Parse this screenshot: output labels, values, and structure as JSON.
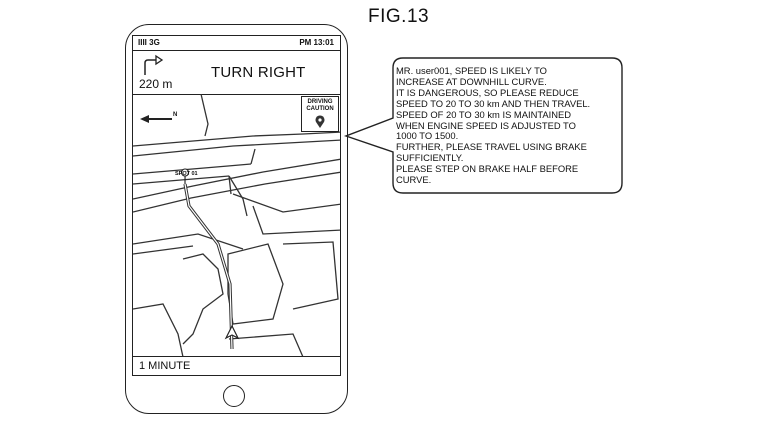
{
  "figure": {
    "title": "FIG.13"
  },
  "phone": {
    "status_bar": {
      "signal": "IIII 3G",
      "time": "PM 13:01"
    },
    "navigation": {
      "distance": "220 m",
      "instruction": "TURN RIGHT",
      "turn_icon": "turn-right-arrow-icon"
    },
    "map": {
      "compass_label": "N",
      "driving_caution_label_line1": "DRIVING",
      "driving_caution_label_line2": "CAUTION",
      "spot_label": "SPOT 01"
    },
    "bottom_bar": {
      "eta": "1 MINUTE"
    }
  },
  "callout": {
    "lines": [
      "MR. user001, SPEED IS LIKELY TO",
      "INCREASE AT DOWNHILL CURVE.",
      "IT IS DANGEROUS, SO PLEASE REDUCE",
      "SPEED TO 20 TO 30 km AND THEN TRAVEL.",
      "SPEED OF 20 TO 30 km IS MAINTAINED",
      "WHEN ENGINE SPEED IS ADJUSTED TO",
      "1000 TO 1500.",
      "FURTHER, PLEASE TRAVEL USING BRAKE",
      "SUFFICIENTLY.",
      "PLEASE STEP ON BRAKE HALF BEFORE",
      "CURVE."
    ]
  }
}
